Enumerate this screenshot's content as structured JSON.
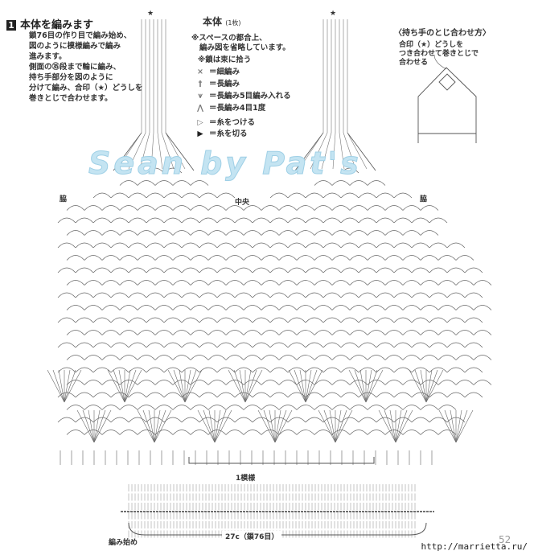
{
  "step": {
    "number": "1",
    "title": "本体を編みます",
    "lines": [
      "鎖76目の作り目で編み始め、",
      "図のように模様編みで編み",
      "進みます。",
      "側面の㉟段まで輪に編み、",
      "持ち手部分を図のように",
      "分けて編み、合印（★）どうしを",
      "巻きとじで合わせます。"
    ]
  },
  "legend": {
    "title": "本体",
    "count": "(1枚)",
    "notes": [
      "※スペースの都合上、",
      "編み図を省略しています。",
      "※鎖は束に拾う"
    ],
    "items": [
      {
        "icon": "single-crochet-icon",
        "symbol": "×",
        "text": "＝細編み"
      },
      {
        "icon": "double-crochet-icon",
        "symbol": "†",
        "text": "＝長編み"
      },
      {
        "icon": "shell-5dc-icon",
        "symbol": "⩛",
        "text": "＝長編み5目編み入れる"
      },
      {
        "icon": "dc4tog-icon",
        "symbol": "⋀",
        "text": "＝長編み4目1度"
      },
      {
        "icon": "attach-yarn-icon",
        "symbol": "▷",
        "text": "＝糸をつける"
      },
      {
        "icon": "cut-yarn-icon",
        "symbol": "▶",
        "text": "＝糸を切る"
      }
    ]
  },
  "join": {
    "title": "〈持ち手のとじ合わせ方〉",
    "lines": [
      "合印（★）どうしを",
      "つき合わせて巻きとじで",
      "合わせる"
    ]
  },
  "labels": {
    "side_left": "脇",
    "center": "中央",
    "side_right": "脇",
    "repeat": "1模様",
    "width": "27c（鎖76目）",
    "start": "編み始め",
    "star": "★"
  },
  "watermark": "Sean by Pat's",
  "page_number": "52",
  "url": "http://marrietta.ru/"
}
